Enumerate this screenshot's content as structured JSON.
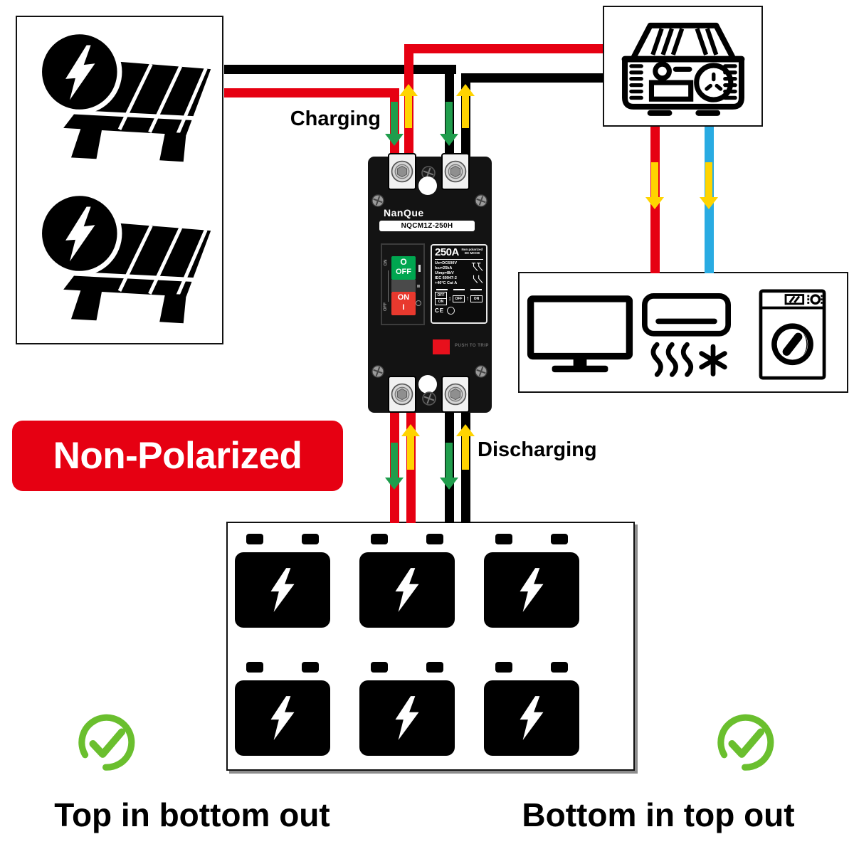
{
  "labels": {
    "charging": "Charging",
    "discharging": "Discharging",
    "non_polarized": "Non-Polarized",
    "rule_left": "Top in bottom out",
    "rule_right": "Bottom in top out"
  },
  "breaker": {
    "brand": "NanQue",
    "model": "NQCM1Z-250H",
    "push_to_trip": "PUSH TO TRIP",
    "switch": {
      "off_line1": "O",
      "off_line2": "OFF",
      "on_line1": "ON",
      "on_line2": "I",
      "side_top": "ON",
      "side_bottom": "OFF"
    },
    "label": {
      "rating": "250A",
      "type_line1": "Non polarized",
      "type_line2": "DC MCCB",
      "specs": [
        "Ue=DC600V",
        "Icu=25kA",
        "Uimp=8kV",
        "IEC 60947-2",
        "+40°C Cat A"
      ],
      "mini": {
        "b1_top": "OFF",
        "b1_bottom": "ON",
        "b2": "OFF",
        "b3": "ON",
        "arrow1": "↕",
        "arrow2": "↑"
      },
      "ce": "CE"
    }
  },
  "colors": {
    "wire_red": "#e60012",
    "wire_black": "#000000",
    "wire_blue": "#29abe2",
    "arrow_green": "#1f9d4c",
    "arrow_yellow": "#ffd400",
    "banner_red": "#e60012",
    "check_green": "#6abf2e"
  }
}
